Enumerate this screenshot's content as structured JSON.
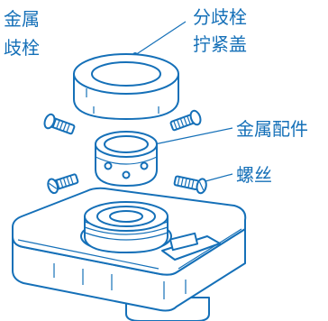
{
  "labels": {
    "metal_tee": [
      "金属",
      "歧栓"
    ],
    "tee_cap": [
      "分歧栓",
      "拧紧盖"
    ],
    "metal_fitting": "金属配件",
    "screw": "螺丝"
  },
  "colors": {
    "line": "#1570b8",
    "background": "#ffffff"
  }
}
